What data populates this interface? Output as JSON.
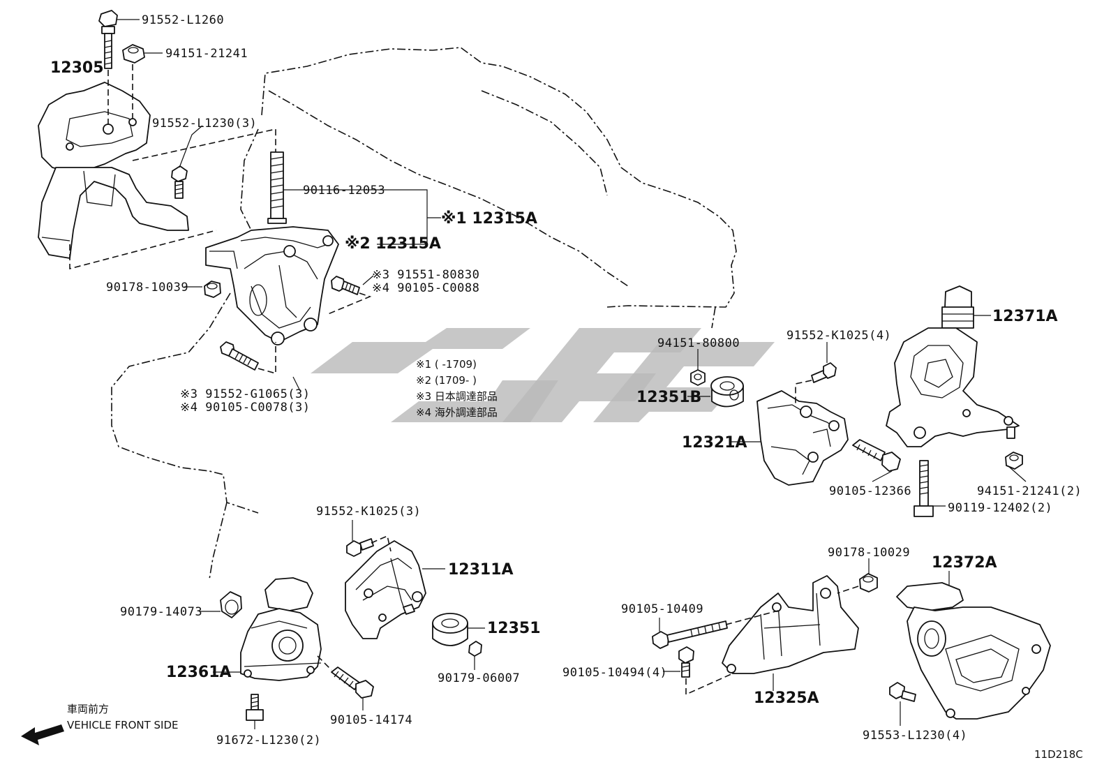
{
  "figure_id": "11D218C",
  "direction_note": {
    "jp": "車両前方",
    "en": "VEHICLE FRONT SIDE"
  },
  "footnotes": [
    "※1 (     -1709)",
    "※2 (1709-     )",
    "※3 日本調達部品",
    "※4 海外調達部品"
  ],
  "assemblies": {
    "a12305": "12305",
    "a12315A_1": "※1 12315A",
    "a12315A_2": "※2 12315A",
    "a12371A": "12371A",
    "a12351B": "12351B",
    "a12321A": "12321A",
    "a12311A": "12311A",
    "a12351": "12351",
    "a12361A": "12361A",
    "a12372A": "12372A",
    "a12325A": "12325A"
  },
  "parts": {
    "p91552_L1260": "91552-L1260",
    "p94151_21241": "94151-21241",
    "p91552_L1230_3": "91552-L1230(3)",
    "p90116_12053": "90116-12053",
    "p91551_80830": "※3 91551-80830",
    "p90105_C0088": "※4 90105-C0088",
    "p90178_10039": "90178-10039",
    "p91552_G1065_3": "※3 91552-G1065(3)",
    "p90105_C0078_3": "※4 90105-C0078(3)",
    "p94151_80800": "94151-80800",
    "p91552_K1025_4": "91552-K1025(4)",
    "p90105_12366": "90105-12366",
    "p94151_21241_2": "94151-21241(2)",
    "p90119_12402_2": "90119-12402(2)",
    "p91552_K1025_3": "91552-K1025(3)",
    "p90179_14073": "90179-14073",
    "p90179_06007": "90179-06007",
    "p90105_14174": "90105-14174",
    "p91672_L1230_2": "91672-L1230(2)",
    "p90178_10029": "90178-10029",
    "p90105_10409": "90105-10409",
    "p90105_10494_4": "90105-10494(4)",
    "p91553_L1230_4": "91553-L1230(4)"
  }
}
